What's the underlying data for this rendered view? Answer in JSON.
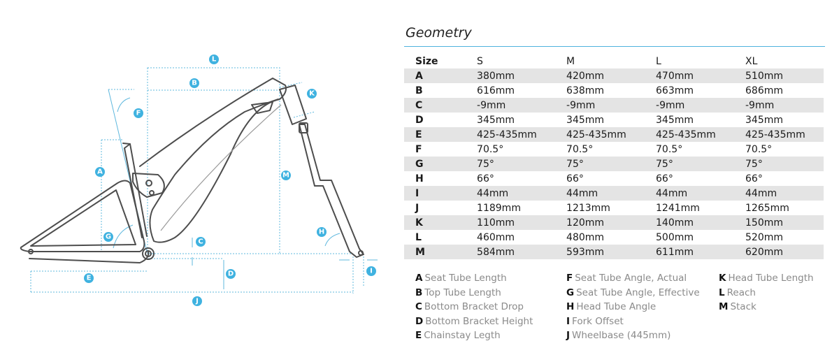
{
  "geometry": {
    "title": "Geometry",
    "columns": [
      "Size",
      "S",
      "M",
      "L",
      "XL"
    ],
    "rows": [
      {
        "key": "A",
        "values": [
          "380mm",
          "420mm",
          "470mm",
          "510mm"
        ]
      },
      {
        "key": "B",
        "values": [
          "616mm",
          "638mm",
          "663mm",
          "686mm"
        ]
      },
      {
        "key": "C",
        "values": [
          "-9mm",
          "-9mm",
          "-9mm",
          "-9mm"
        ]
      },
      {
        "key": "D",
        "values": [
          "345mm",
          "345mm",
          "345mm",
          "345mm"
        ]
      },
      {
        "key": "E",
        "values": [
          "425-435mm",
          "425-435mm",
          "425-435mm",
          "425-435mm"
        ]
      },
      {
        "key": "F",
        "values": [
          "70.5°",
          "70.5°",
          "70.5°",
          "70.5°"
        ]
      },
      {
        "key": "G",
        "values": [
          "75°",
          "75°",
          "75°",
          "75°"
        ]
      },
      {
        "key": "H",
        "values": [
          "66°",
          "66°",
          "66°",
          "66°"
        ]
      },
      {
        "key": "I",
        "values": [
          "44mm",
          "44mm",
          "44mm",
          "44mm"
        ]
      },
      {
        "key": "J",
        "values": [
          "1189mm",
          "1213mm",
          "1241mm",
          "1265mm"
        ]
      },
      {
        "key": "K",
        "values": [
          "110mm",
          "120mm",
          "140mm",
          "150mm"
        ]
      },
      {
        "key": "L",
        "values": [
          "460mm",
          "480mm",
          "500mm",
          "520mm"
        ]
      },
      {
        "key": "M",
        "values": [
          "584mm",
          "593mm",
          "611mm",
          "620mm"
        ]
      }
    ]
  },
  "legend": {
    "columns": [
      [
        {
          "key": "A",
          "label": "Seat Tube Length"
        },
        {
          "key": "B",
          "label": "Top Tube Length"
        },
        {
          "key": "C",
          "label": "Bottom Bracket Drop"
        },
        {
          "key": "D",
          "label": "Bottom Bracket Height"
        },
        {
          "key": "E",
          "label": "Chainstay Legth"
        }
      ],
      [
        {
          "key": "F",
          "label": "Seat Tube Angle, Actual"
        },
        {
          "key": "G",
          "label": "Seat Tube Angle, Effective"
        },
        {
          "key": "H",
          "label": "Head Tube Angle"
        },
        {
          "key": "I",
          "label": "Fork Offset"
        },
        {
          "key": "J",
          "label": "Wheelbase (445mm)"
        }
      ],
      [
        {
          "key": "K",
          "label": "Head Tube Length"
        },
        {
          "key": "L",
          "label": "Reach"
        },
        {
          "key": "M",
          "label": "Stack"
        }
      ]
    ]
  },
  "diagram": {
    "badges": {
      "A": "A",
      "B": "B",
      "C": "C",
      "D": "D",
      "E": "E",
      "F": "F",
      "G": "G",
      "H": "H",
      "I": "I",
      "J": "J",
      "K": "K",
      "L": "L",
      "M": "M"
    },
    "accent_color": "#3fb2e0",
    "frame_color": "#4d4d4d"
  }
}
